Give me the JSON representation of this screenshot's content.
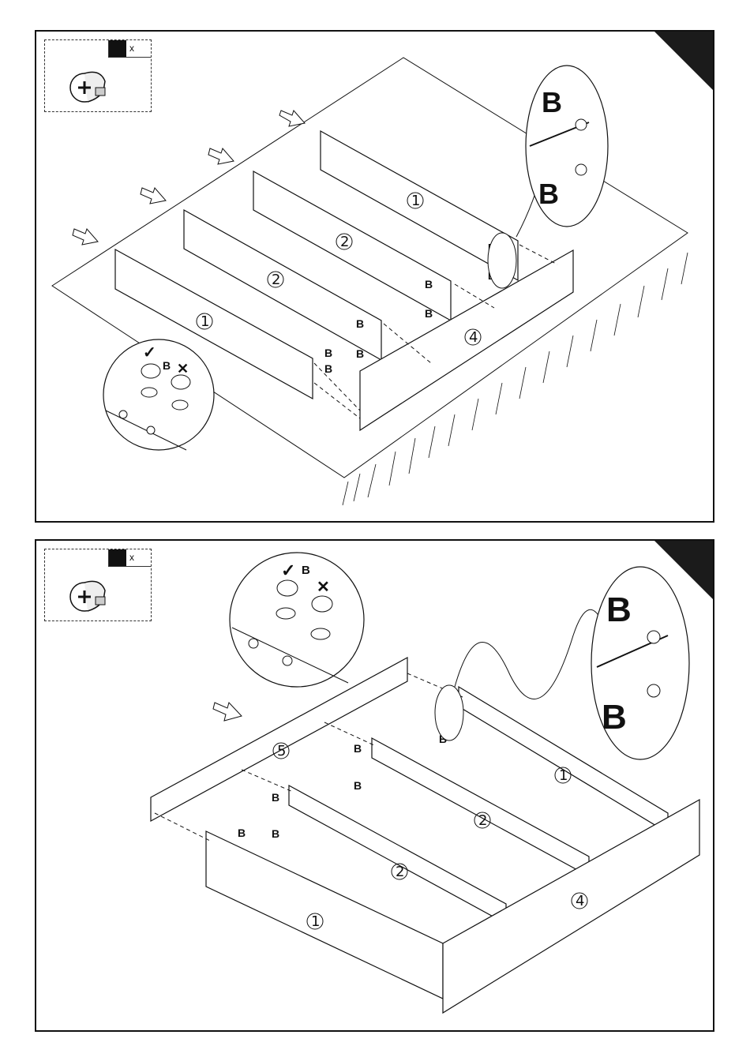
{
  "step1": {
    "qty_label": "x",
    "hardware_label": "B",
    "board_numbers": {
      "front": "1",
      "middle_a": "2",
      "middle_b": "2",
      "back": "1",
      "side": "4"
    },
    "marks": {
      "ok": "✓",
      "bad": "✕"
    }
  },
  "step2": {
    "qty_label": "x",
    "hardware_label": "B",
    "board_numbers": {
      "side_left": "5",
      "back": "1",
      "middle_a": "2",
      "middle_b": "2",
      "front": "1",
      "side_right": "4"
    },
    "marks": {
      "ok": "✓",
      "bad": "✕"
    }
  },
  "icons": [
    "cam-lock-fitting-icon",
    "direction-arrow-icon",
    "corner-tab-icon"
  ]
}
